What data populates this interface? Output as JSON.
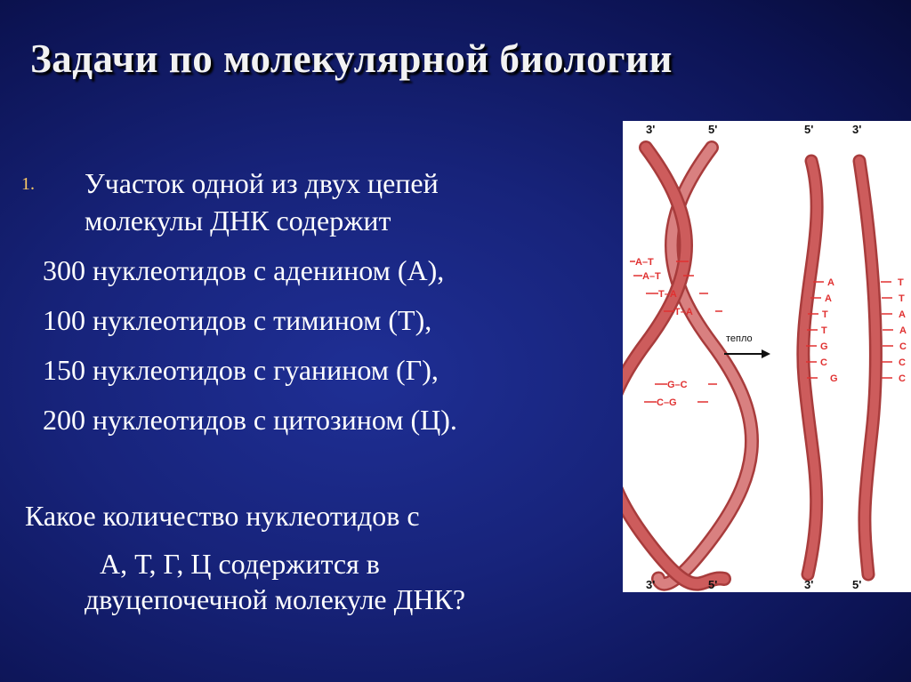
{
  "title": "Задачи по молекулярной биологии",
  "problem": {
    "number": "1.",
    "line1": "Участок одной из двух цепей",
    "line2": "молекулы ДНК содержит",
    "items": [
      "300 нуклеотидов с аденином (А),",
      "100 нуклеотидов с тимином (Т),",
      "150 нуклеотидов с гуанином (Г),",
      "200 нуклеотидов с цитозином (Ц)."
    ],
    "question_line1": "Какое количество нуклеотидов с",
    "question_line2": "А, Т, Г, Ц содержится в",
    "question_line3": "двуцепочечной молекуле ДНК?"
  },
  "figure": {
    "top_left_labels": [
      "3'",
      "5'"
    ],
    "top_right_labels": [
      "5'",
      "3'"
    ],
    "bottom_left_labels": [
      "3'",
      "5'"
    ],
    "bottom_right_labels": [
      "3'",
      "5'"
    ],
    "arrow_label": "тепло",
    "pairs": [
      "A–T",
      "A–T",
      "T–A",
      "T–A",
      "G–C",
      "C–G"
    ],
    "left_strand_letters": [
      "A",
      "A",
      "T",
      "T",
      "G",
      "C",
      "G"
    ],
    "right_strand_letters": [
      "T",
      "T",
      "A",
      "A",
      "C",
      "C",
      "C"
    ],
    "colors": {
      "strand": "#cd5c5c",
      "strand_edge": "#a83c3c",
      "ticks": "#e03030"
    }
  }
}
